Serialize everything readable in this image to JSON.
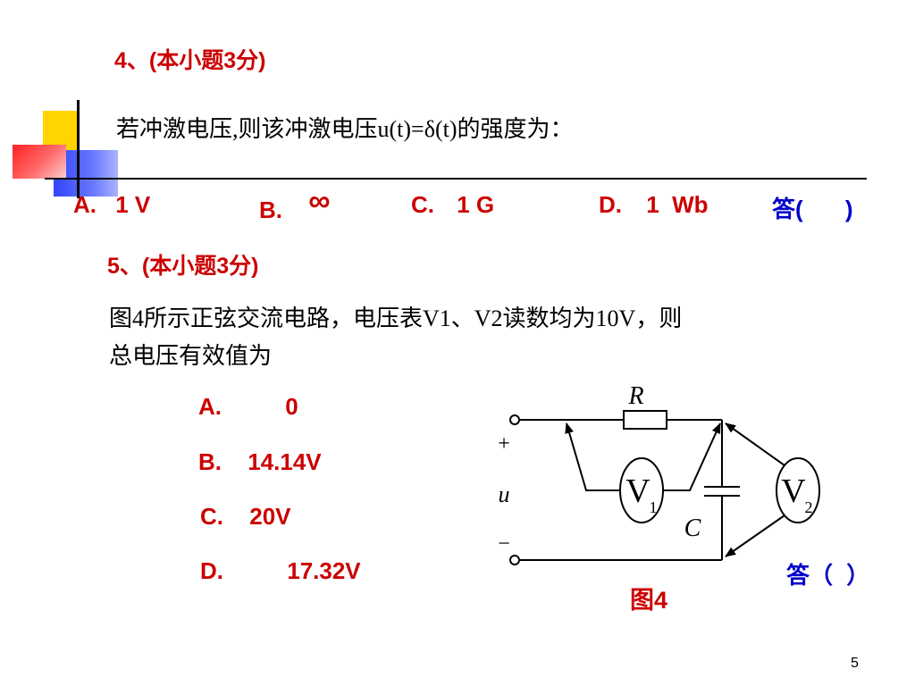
{
  "q4": {
    "title": "4、(本小题3分)",
    "stem_text": "若冲激电压,则该冲激电压u(t)=δ(t)的强度为：",
    "options": [
      {
        "letter": "A.",
        "value": "1 V"
      },
      {
        "letter": "B.",
        "value": "∞"
      },
      {
        "letter": "C.",
        "value": "1 G"
      },
      {
        "letter": "D.",
        "value": "1  Wb"
      }
    ],
    "answer_label": "答(",
    "answer_close": ")"
  },
  "q5": {
    "title": "5、(本小题3分)",
    "stem_line1": "图4所示正弦交流电路，电压表V1、V2读数均为10V，则",
    "stem_line2": "总电压有效值为",
    "options": [
      {
        "letter": "A.",
        "value": "0"
      },
      {
        "letter": "B.",
        "value": "14.14V"
      },
      {
        "letter": "C.",
        "value": "20V"
      },
      {
        "letter": "D.",
        "value": "17.32V"
      }
    ],
    "answer_label": "答（",
    "answer_close": "）",
    "figure_caption": "图4"
  },
  "circuit": {
    "resistor_label": "R",
    "capacitor_label": "C",
    "source_label": "u",
    "plus_sign": "+",
    "minus_sign": "−",
    "v1_letter": "V",
    "v1_sub": "1",
    "v2_letter": "V",
    "v2_sub": "2"
  },
  "page_number": "5",
  "colors": {
    "question_red": "#cc0000",
    "answer_blue": "#0000cc"
  }
}
